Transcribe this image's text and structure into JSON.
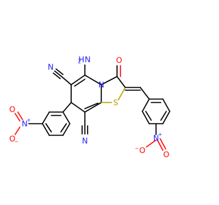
{
  "molecule": {
    "atoms": {
      "amine": "NH2",
      "amine_main": "H",
      "amine_n": "N",
      "amine_sub": "2",
      "ring_n": "N",
      "carbonyl_o": "O",
      "sulfur": "S",
      "nitrile_top_n": "N",
      "nitrile_bottom_n": "N",
      "nitro_left_o1": "O",
      "nitro_left_n": "N",
      "nitro_left_o2": "O",
      "nitro_right_n": "N",
      "nitro_right_o1": "O",
      "nitro_right_o2": "O",
      "plus_sign": "+",
      "minus_sign": "−"
    },
    "colors": {
      "carbon": "#000000",
      "nitrogen": "#2323ff",
      "oxygen": "#ff0d0d",
      "sulfur": "#b8a400"
    }
  }
}
